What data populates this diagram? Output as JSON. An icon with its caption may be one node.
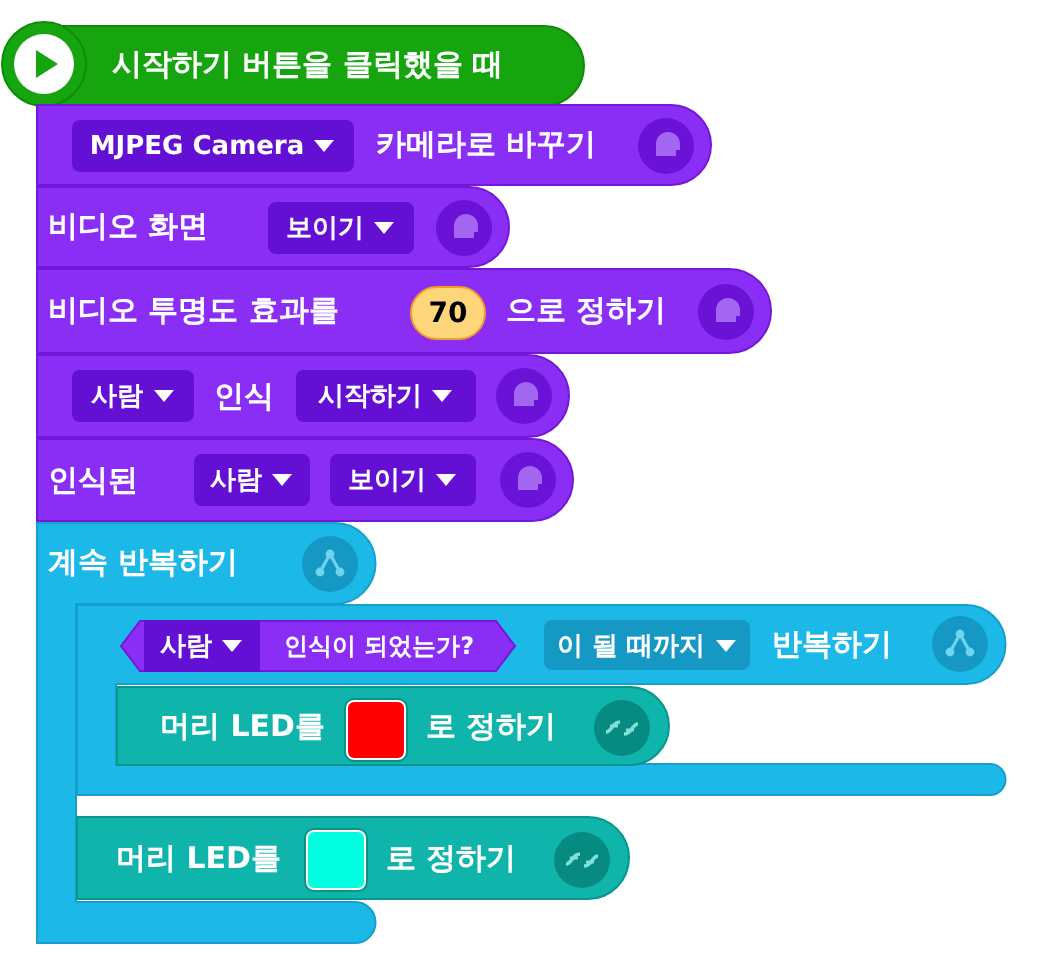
{
  "diagram": {
    "nodes": [
      {
        "text": [
          "시작하기 버튼을 클릭했을 때"
        ]
      },
      {
        "text": [
          "카메라로 바꾸기"
        ]
      },
      {
        "text": [
          "MJPEG Camera"
        ],
        "in": 1
      },
      {
        "text": [
          "비디오 화면"
        ]
      },
      {
        "text": [
          "보이기"
        ],
        "in": 3
      },
      {
        "text": [
          "비디오 투명도 효과를",
          "으로 정하기"
        ]
      },
      {
        "text": [
          "70"
        ],
        "in": 5
      },
      {
        "text": [
          "인식"
        ]
      },
      {
        "text": [
          "사람"
        ],
        "in": 7
      },
      {
        "text": [
          "시작하기"
        ],
        "in": 7
      },
      {
        "text": [
          "인식된"
        ]
      },
      {
        "text": [
          "사람"
        ],
        "in": 10
      },
      {
        "text": [
          "보이기"
        ],
        "in": 10
      },
      {
        "text": [
          "계속 반복하기"
        ]
      },
      {
        "text": [
          "반복하기"
        ]
      },
      {
        "text": [
          "인식이 되었는가?"
        ],
        "in": 14
      },
      {
        "text": [
          "사람"
        ],
        "in": 15
      },
      {
        "text": [
          "이 될 때까지"
        ],
        "in": 14
      },
      {
        "text": [
          "머리 LED를",
          "로 정하기"
        ],
        "in": 14
      },
      {
        "text": [],
        "shape": "box",
        "in": 18
      },
      {
        "text": [
          "머리 LED를",
          "로 정하기"
        ]
      },
      {
        "text": [],
        "shape": "box",
        "in": 20
      }
    ]
  }
}
